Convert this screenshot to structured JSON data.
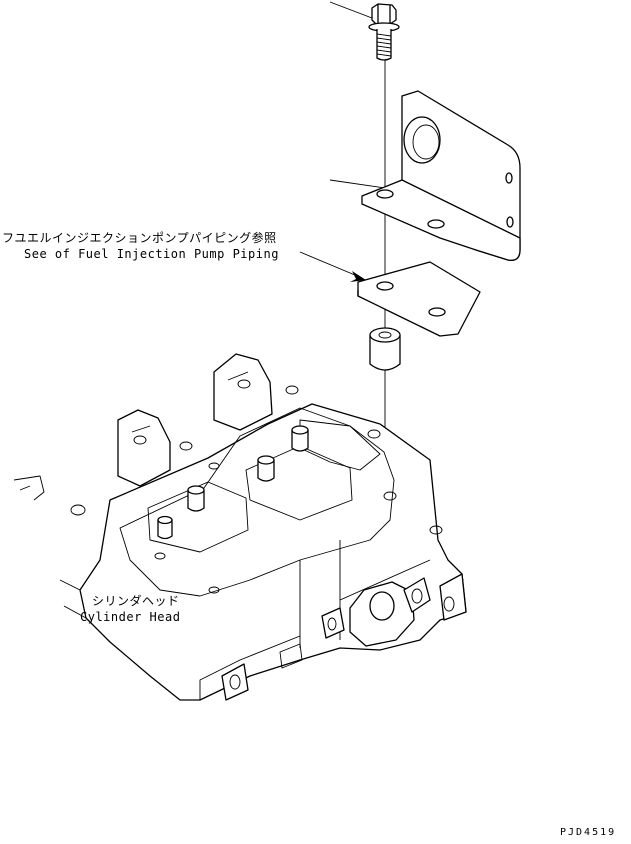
{
  "labels": {
    "reference_jp": "フユエルインジエクションポンプパイピング参照",
    "reference_en": "See of Fuel Injection Pump Piping",
    "cylinder_head_jp": "シリンダヘッド",
    "cylinder_head_en": "Cylinder Head",
    "drawing_code": "PJD4519"
  },
  "parts": [
    "bolt",
    "bracket",
    "plate",
    "spacer",
    "cylinder-head"
  ]
}
